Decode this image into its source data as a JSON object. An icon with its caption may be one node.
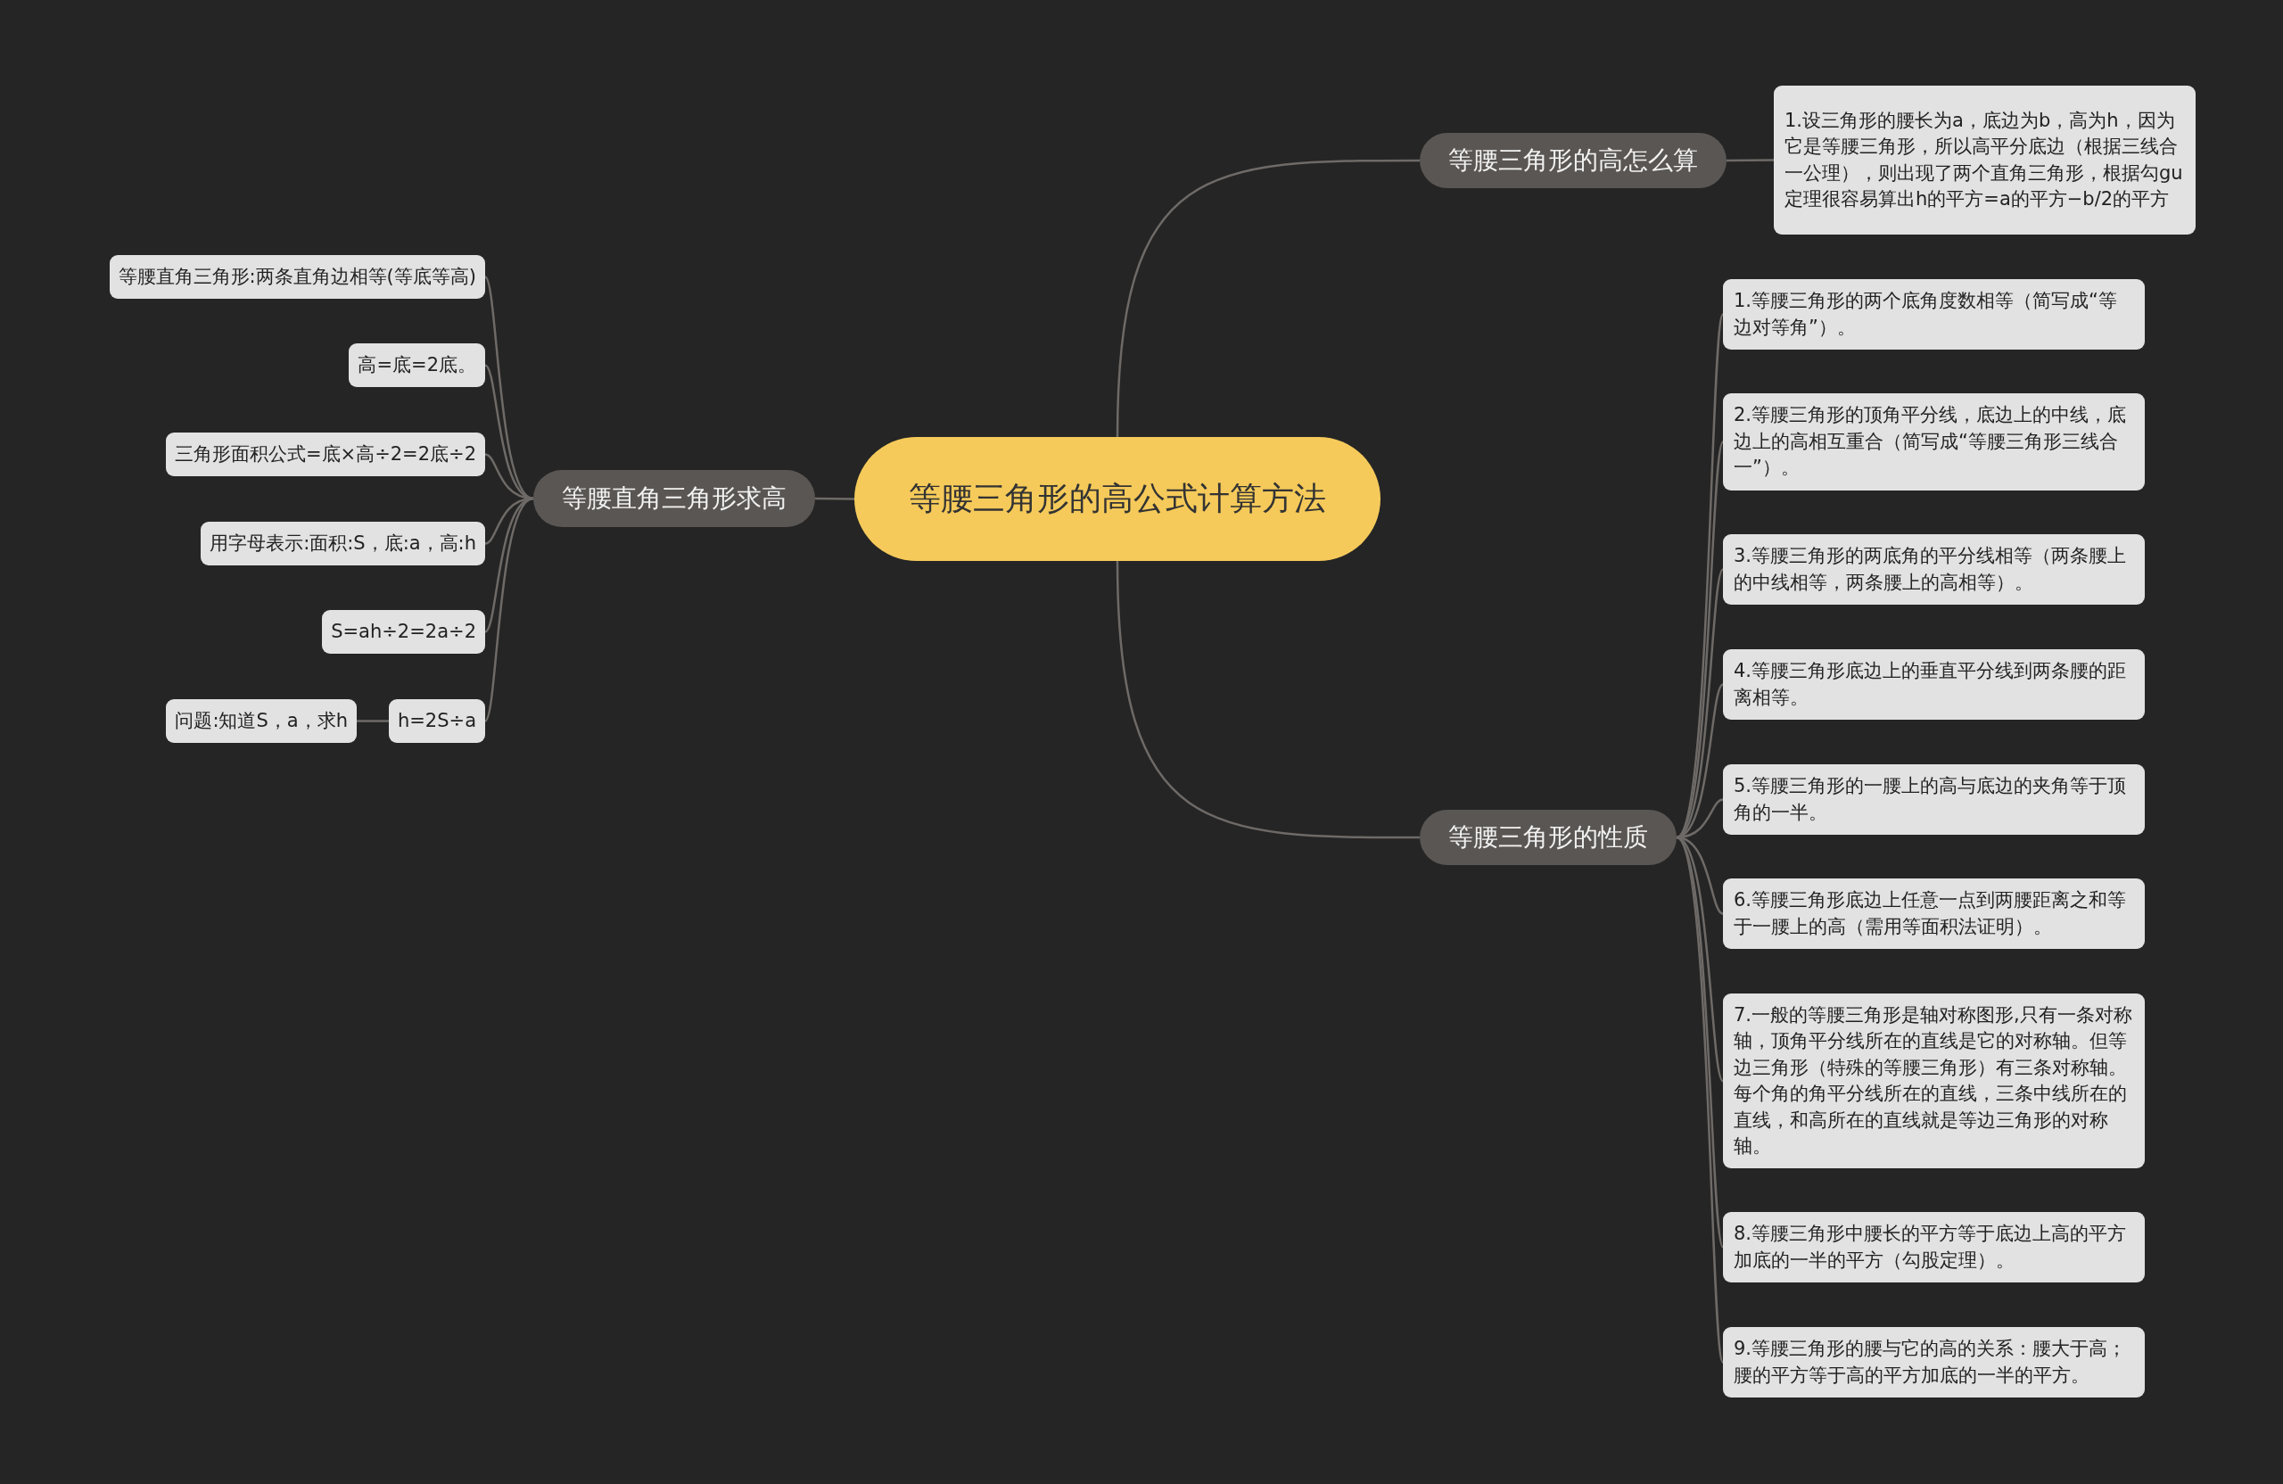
{
  "diagram": {
    "nodes": [
      {
        "text": [
          "等腰三角形的高公式计算方法"
        ]
      },
      {
        "text": [
          "等腰三角形的高怎么算"
        ]
      },
      {
        "text": [
          "1.设三角形的腰长为a，底边为b，高为h，因为它是等腰三角形，所以高平分底边（根据三线合一公理），则出现了两个直角三角形，根据勾gu定理很容易算出h的平方=a的平方−b/2的平方"
        ]
      },
      {
        "text": [
          "等腰三角形的性质"
        ]
      },
      {
        "text": [
          "1.等腰三角形的两个底角度数相等（简写成“等边对等角”）。"
        ]
      },
      {
        "text": [
          "2.等腰三角形的顶角平分线，底边上的中线，底边上的高相互重合（简写成“等腰三角形三线合一”）。"
        ]
      },
      {
        "text": [
          "3.等腰三角形的两底角的平分线相等（两条腰上的中线相等，两条腰上的高相等）。"
        ]
      },
      {
        "text": [
          "4.等腰三角形底边上的垂直平分线到两条腰的距离相等。"
        ]
      },
      {
        "text": [
          "5.等腰三角形的一腰上的高与底边的夹角等于顶角的一半。"
        ]
      },
      {
        "text": [
          "6.等腰三角形底边上任意一点到两腰距离之和等于一腰上的高（需用等面积法证明）。"
        ]
      },
      {
        "text": [
          "7.一般的等腰三角形是轴对称图形,只有一条对称轴，顶角平分线所在的直线是它的对称轴。但等边三角形（特殊的等腰三角形）有三条对称轴。每个角的角平分线所在的直线，三条中线所在的直线，和高所在的直线就是等边三角形的对称轴。"
        ]
      },
      {
        "text": [
          "8.等腰三角形中腰长的平方等于底边上高的平方加底的一半的平方（勾股定理）。"
        ]
      },
      {
        "text": [
          "9.等腰三角形的腰与它的高的关系：腰大于高；腰的平方等于高的平方加底的一半的平方。"
        ]
      },
      {
        "text": [
          "等腰直角三角形求高"
        ]
      },
      {
        "text": [
          "等腰直角三角形:两条直角边相等(等底等高)"
        ]
      },
      {
        "text": [
          "高=底=2底。"
        ]
      },
      {
        "text": [
          "三角形面积公式=底×高÷2=2底÷2"
        ]
      },
      {
        "text": [
          "用字母表示:面积:S，底:a，高:h"
        ]
      },
      {
        "text": [
          "S=ah÷2=2a÷2"
        ]
      },
      {
        "text": [
          "h=2S÷a"
        ]
      },
      {
        "text": [
          "问题:知道S，a，求h"
        ]
      }
    ],
    "edges": [
      {
        "from": 0,
        "to": 1,
        "arrow": "none"
      },
      {
        "from": 1,
        "to": 2,
        "arrow": "none"
      },
      {
        "from": 0,
        "to": 3,
        "arrow": "none"
      },
      {
        "from": 3,
        "to": 4,
        "arrow": "none"
      },
      {
        "from": 3,
        "to": 5,
        "arrow": "none"
      },
      {
        "from": 3,
        "to": 6,
        "arrow": "none"
      },
      {
        "from": 3,
        "to": 7,
        "arrow": "none"
      },
      {
        "from": 3,
        "to": 8,
        "arrow": "none"
      },
      {
        "from": 3,
        "to": 9,
        "arrow": "none"
      },
      {
        "from": 3,
        "to": 10,
        "arrow": "none"
      },
      {
        "from": 3,
        "to": 11,
        "arrow": "none"
      },
      {
        "from": 3,
        "to": 12,
        "arrow": "none"
      },
      {
        "from": 0,
        "to": 13,
        "arrow": "none"
      },
      {
        "from": 13,
        "to": 14,
        "arrow": "none"
      },
      {
        "from": 13,
        "to": 15,
        "arrow": "none"
      },
      {
        "from": 13,
        "to": 16,
        "arrow": "none"
      },
      {
        "from": 13,
        "to": 17,
        "arrow": "none"
      },
      {
        "from": 13,
        "to": 18,
        "arrow": "none"
      },
      {
        "from": 13,
        "to": 19,
        "arrow": "none"
      },
      {
        "from": 19,
        "to": 20,
        "arrow": "none"
      }
    ]
  }
}
